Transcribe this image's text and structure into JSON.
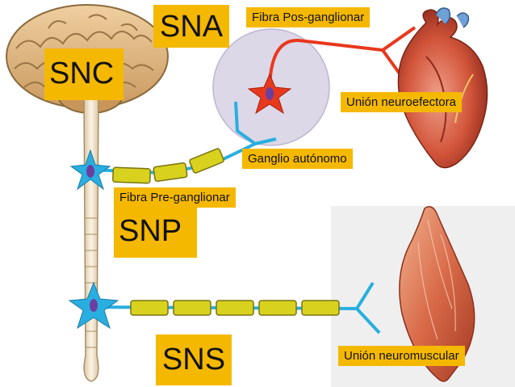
{
  "labels": {
    "sna": "SNA",
    "snc": "SNC",
    "snp": "SNP",
    "sns": "SNS",
    "fibra_pos": "Fibra Pos-ganglionar",
    "union_neuroefectora": "Unión neuroefectora",
    "ganglio_autonomo": "Ganglio autónomo",
    "fibra_pre": "Fibra Pre-ganglionar",
    "union_neuromuscular": "Unión neuromuscular"
  },
  "colors": {
    "label_bg": "#f5b800",
    "neuron_blue": "#29aee0",
    "neuron_red": "#e8381d",
    "myelin": "#d8d21e",
    "nucleus": "#6b3fa0",
    "ganglion": "#dcd8e8"
  }
}
